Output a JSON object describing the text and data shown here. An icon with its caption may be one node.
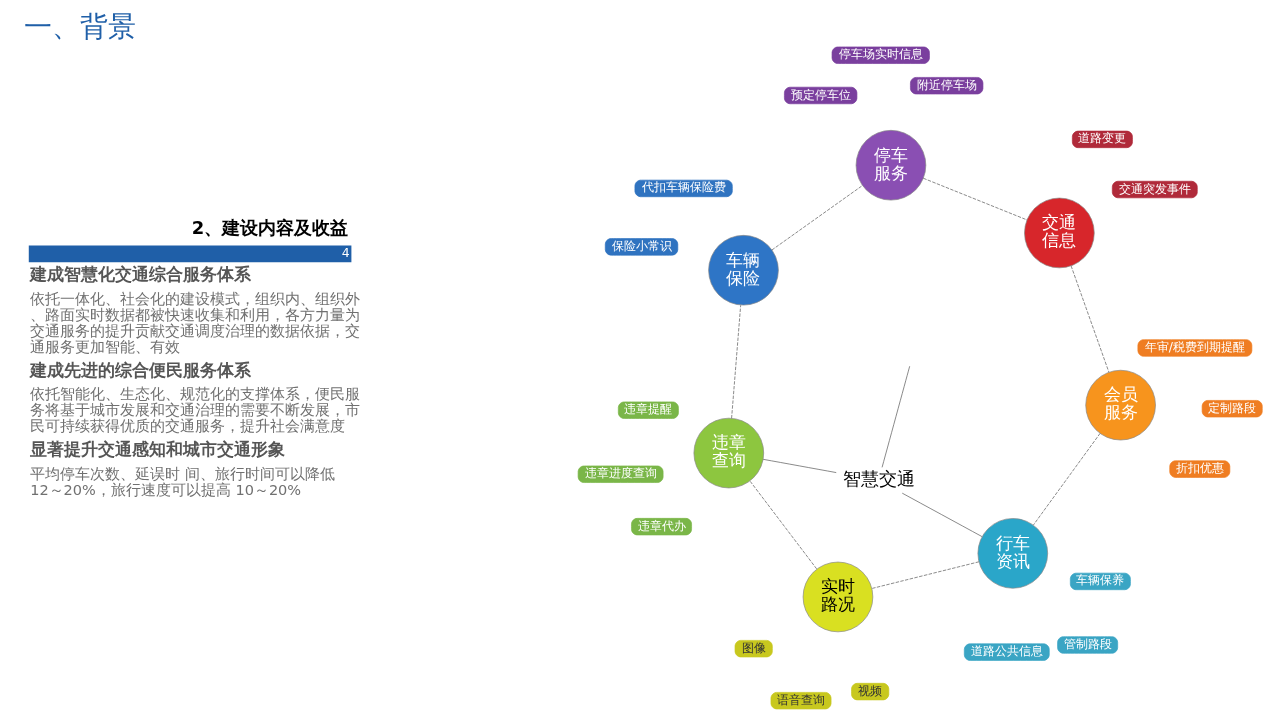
{
  "diagram": {
    "title": "一、背景",
    "nodes": [
      {
        "text": [
          "图像"
        ]
      },
      {
        "text": [
          "视频"
        ]
      },
      {
        "text": [
          "语音查询"
        ]
      },
      {
        "text": [
          "实时路况"
        ]
      },
      {
        "text": [
          "车辆保养"
        ]
      },
      {
        "text": [
          "道路公共信息"
        ]
      },
      {
        "text": [
          "管制路段"
        ]
      },
      {
        "text": [
          "行车资讯"
        ]
      },
      {
        "text": [
          "违章提醒"
        ]
      },
      {
        "text": [
          "违章代办"
        ]
      },
      {
        "text": [
          "违章进度查询"
        ]
      },
      {
        "text": [
          "违章查询"
        ]
      },
      {
        "text": [
          "智慧交通"
        ]
      },
      {
        "text": [
          "定制路段"
        ]
      },
      {
        "text": [
          "年审/税费到期提醒"
        ]
      },
      {
        "text": [
          "折扣优惠"
        ]
      },
      {
        "text": [
          "会员服务"
        ]
      },
      {
        "text": [
          "代扣车辆保险费"
        ]
      },
      {
        "text": [
          "保险小常识"
        ]
      },
      {
        "text": [
          "车辆保险"
        ]
      },
      {
        "text": [
          "交通突发事件"
        ]
      },
      {
        "text": [
          "交通信息"
        ]
      },
      {
        "text": [
          "预定停车位"
        ]
      },
      {
        "text": [
          "停车场实时信息"
        ]
      },
      {
        "text": [
          "道路变更"
        ]
      },
      {
        "text": [
          "停车服务"
        ]
      },
      {
        "text": [
          "附近停车场"
        ]
      }
    ],
    "edges": [
      {
        "from": 3,
        "to": 11,
        "arrow": "none",
        "style": "dashed"
      },
      {
        "from": 11,
        "to": 19,
        "arrow": "none",
        "style": "dashed"
      },
      {
        "from": 19,
        "to": 25,
        "arrow": "none",
        "style": "dashed"
      },
      {
        "from": 25,
        "to": 21,
        "arrow": "none",
        "style": "dashed"
      },
      {
        "from": 21,
        "to": 16,
        "arrow": "none",
        "style": "dashed"
      },
      {
        "from": 16,
        "to": 7,
        "arrow": "none",
        "style": "dashed"
      },
      {
        "from": 7,
        "to": 3,
        "arrow": "none",
        "style": "dashed"
      },
      {
        "from": 12,
        "to": 7,
        "arrow": "none"
      },
      {
        "from": 12,
        "to": 11,
        "arrow": "none"
      },
      {
        "from": 12,
        "to": null,
        "arrow": "none"
      }
    ],
    "labels": [
      "2、建设内容及收益",
      "4",
      "建成智慧化交通综合服务体系",
      "依托一体化、社会化的建设模式，组织内、组织外、路面实时数据都被快速收集和利用，各方力量为交通服务的提升贡献交通调度治理的数据依据，交通服务更加智能、有效",
      "建成先进的综合便民服务体系",
      "依托智能化、生态化、规范化的支撑体系，便民服务将基于城市发展和交通治理的需要不断发展，市民可持续获得优质的交通服务，提升社会满意度",
      "显著提升交通感知和城市交通形象",
      "平均停车次数、延误时 间、旅行时间可以降低 12～20%，旅行速度可以提高 10～20%"
    ]
  }
}
